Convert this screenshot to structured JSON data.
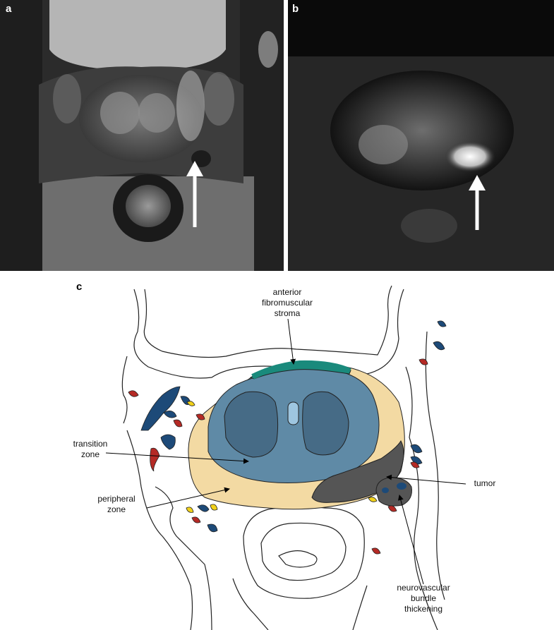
{
  "panels": {
    "a": {
      "letter": "a"
    },
    "b": {
      "letter": "b"
    },
    "c": {
      "letter": "c"
    }
  },
  "labels": {
    "anterior_fibromuscular_stroma": "anterior\nfibromuscular\nstroma",
    "transition_zone": "transition\nzone",
    "peripheral_zone": "peripheral\nzone",
    "tumor": "tumor",
    "neurovascular_bundle": "neurovascular\nbundle\nthickening"
  },
  "colors": {
    "afs": "#1a8a7c",
    "transition_zone": "#5f8aa6",
    "central_gland": "#466b86",
    "urethra": "#9ec6e0",
    "peripheral_zone": "#f3daa3",
    "tumor": "#555555",
    "vessel_blue": "#1d4a78",
    "vessel_red": "#b52a25",
    "vessel_yellow": "#f2d21a"
  }
}
